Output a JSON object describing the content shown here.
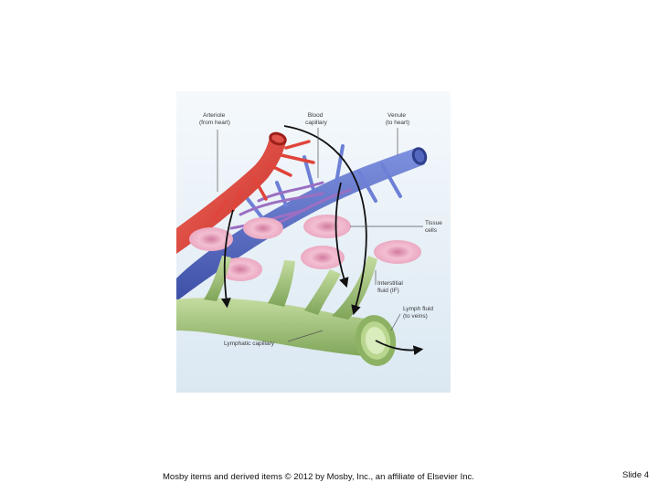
{
  "figure": {
    "labels": {
      "arteriole": [
        "Arteriole",
        "(from heart)"
      ],
      "blood_capillary": [
        "Blood",
        "capillary"
      ],
      "venule": [
        "Venule",
        "(to heart)"
      ],
      "tissue_cells": [
        "Tissue",
        "cells"
      ],
      "interstitial_fluid": [
        "Interstitial",
        "fluid (IF)"
      ],
      "lymph_fluid": [
        "Lymph fluid",
        "(to veins)"
      ],
      "lymphatic_capillary": "Lymphatic capillary"
    },
    "colors": {
      "arteriole": "#e0443a",
      "venule": "#5a6fc6",
      "lymphatic": "#9cbc70",
      "tissue_cell": "#f0b8cc",
      "background": "#e3eef6"
    }
  },
  "footer": {
    "credit": "Mosby items and derived items © 2012 by Mosby, Inc., an affiliate of Elsevier Inc.",
    "slide": "Slide 4"
  }
}
